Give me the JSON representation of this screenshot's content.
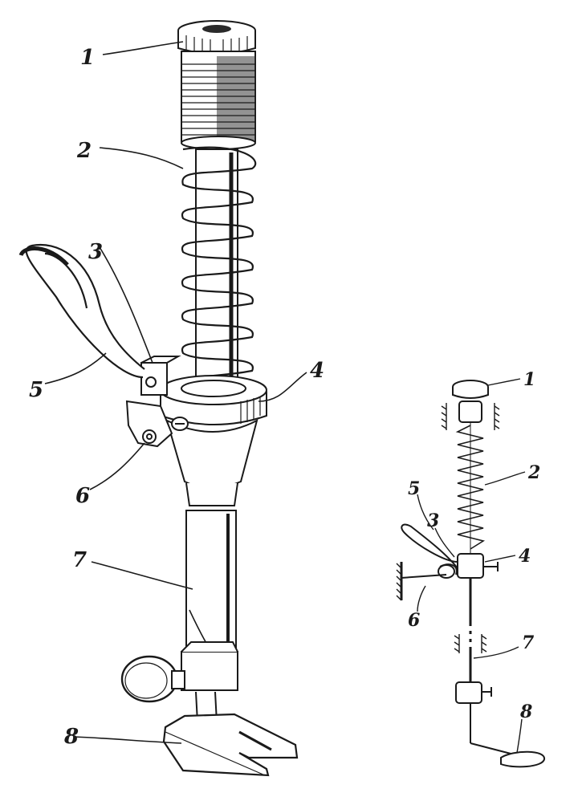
{
  "main_figure": {
    "callouts": [
      "1",
      "2",
      "3",
      "4",
      "5",
      "6",
      "7",
      "8"
    ]
  },
  "schematic": {
    "callouts": [
      "1",
      "2",
      "3",
      "4",
      "5",
      "6",
      "7",
      "8"
    ]
  },
  "colors": {
    "ink": "#1a1a1a",
    "paper": "#ffffff",
    "shade": "#2a2a2a"
  }
}
